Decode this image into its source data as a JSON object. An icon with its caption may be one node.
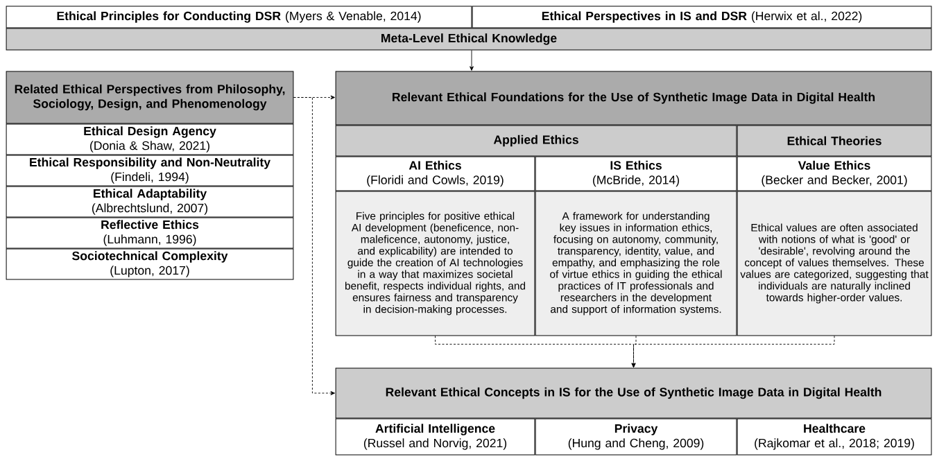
{
  "diagram": {
    "nodes": [
      {
        "text": [
          "**Ethical Principles for Conducting DSR** (Myers & Venable, 2014)"
        ]
      },
      {
        "text": [
          "**Ethical Perspectives in IS and DSR** (Herwix et al., 2022)"
        ]
      },
      {
        "text": [
          "Meta-Level Ethical Knowledge"
        ]
      },
      {
        "text": [
          "Related Ethical Perspectives from Philosophy, Sociology, Design, and Phenomenology"
        ]
      },
      {
        "text": [
          "Ethical Design Agency",
          "(Donia & Shaw, 2021)"
        ]
      },
      {
        "text": [
          "Ethical Responsibility and Non-Neutrality",
          "(Findeli, 1994)"
        ]
      },
      {
        "text": [
          "Ethical Adaptability",
          "(Albrechtslund, 2007)"
        ]
      },
      {
        "text": [
          "Reflective Ethics",
          "(Luhmann, 1996)"
        ]
      },
      {
        "text": [
          "Sociotechnical Complexity",
          "(Lupton, 2017)"
        ]
      },
      {
        "text": [
          "Relevant Ethical Foundations for the Use of Synthetic Image Data in Digital Health"
        ]
      },
      {
        "text": [
          "Applied Ethics"
        ]
      },
      {
        "text": [
          "Ethical Theories"
        ]
      },
      {
        "text": [
          "AI Ethics",
          "(Floridi and Cowls, 2019)"
        ]
      },
      {
        "text": [
          "IS Ethics",
          "(McBride, 2014)"
        ]
      },
      {
        "text": [
          "Value Ethics",
          "(Becker and Becker, 2001)"
        ]
      },
      {
        "text": [
          "Five principles for positive ethical AI development (beneficence, non-maleficence, autonomy, justice, and explicability) are intended to guide the creation of AI technologies in a way that maximizes societal benefit, respects individual rights, and ensures fairness and transparency in decision-making processes."
        ]
      },
      {
        "text": [
          "A framework for understanding key issues in information ethics, focusing on autonomy, community, transparency, identity, value, and empathy, and emphasizing the role of virtue ethics in guiding the ethical practices of IT professionals and researchers in the development and support of information systems."
        ]
      },
      {
        "text": [
          "Ethical values are often associated with notions of what is 'good' or 'desirable', revolving around the concept of values themselves. These values are categorized, suggesting that individuals are naturally inclined towards higher-order values."
        ]
      },
      {
        "text": [
          "Relevant Ethical Concepts in IS for the Use of Synthetic Image Data in Digital Health"
        ]
      },
      {
        "text": [
          "Artificial Intelligence",
          "(Russel and Norvig, 2021)"
        ]
      },
      {
        "text": [
          "Privacy",
          "(Hung and Cheng, 2009)"
        ]
      },
      {
        "text": [
          "Healthcare",
          "(Rajkomar et al., 2018; 2019)"
        ]
      }
    ],
    "edges": [
      {
        "from": 2,
        "to": 9,
        "arrow": "to"
      },
      {
        "from": 3,
        "to": 9,
        "arrow": "to",
        "style": "dashed"
      },
      {
        "from": 3,
        "to": 18,
        "arrow": "to",
        "style": "dashed"
      },
      {
        "from": 15,
        "to": 18,
        "arrow": "to",
        "style": "dashed"
      },
      {
        "from": 16,
        "to": 18,
        "arrow": "to",
        "style": "dashed"
      },
      {
        "from": 17,
        "to": 18,
        "arrow": "to",
        "style": "dashed"
      }
    ]
  }
}
